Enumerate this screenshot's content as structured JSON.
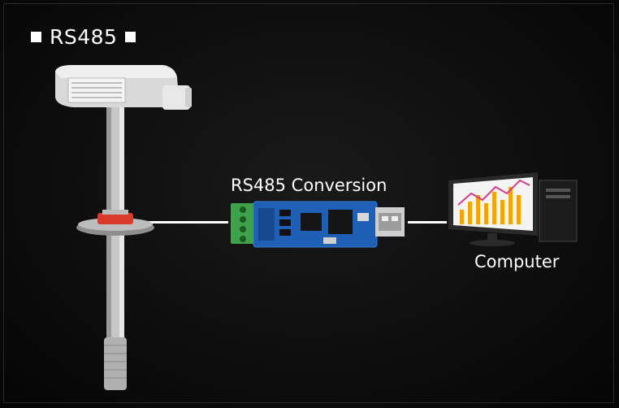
{
  "header": {
    "title": "RS485"
  },
  "labels": {
    "conversion": "RS485 Conversion",
    "computer": "Computer"
  },
  "icons": [
    "sensor-probe-icon",
    "usb-converter-icon",
    "desktop-computer-icon"
  ],
  "colors": {
    "background": "#0e0e0e",
    "text": "#ffffff",
    "board": "#1f5fb5",
    "terminal": "#3fa14a",
    "chart_orange": "#f5a400",
    "chart_pink": "#d63d8c"
  }
}
